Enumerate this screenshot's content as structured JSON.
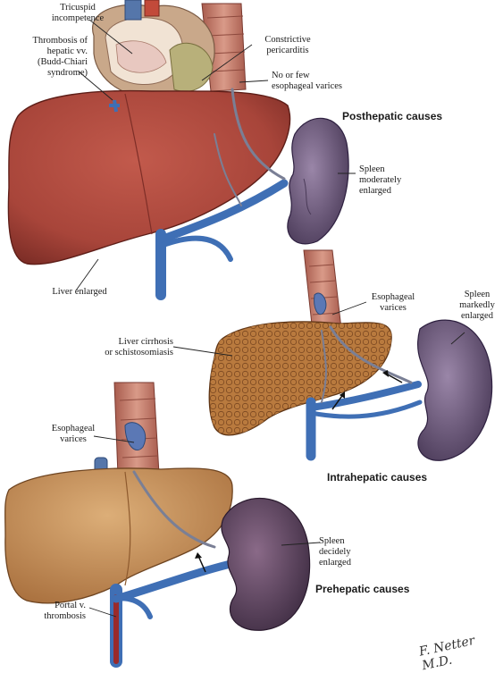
{
  "sections": {
    "posthepatic": "Posthepatic causes",
    "intrahepatic": "Intrahepatic causes",
    "prehepatic": "Prehepatic causes"
  },
  "labels": {
    "tricuspid": "Tricuspid\nincompetence",
    "thrombosis_hepatic": "Thrombosis of\nhepatic vv.\n(Budd-Chiari syndrome)",
    "constrictive": "Constrictive\npericarditis",
    "few_varices": "No or few\nesophageal varices",
    "spleen_moderate": "Spleen\nmoderately\nenlarged",
    "liver_enlarged": "Liver enlarged",
    "esophageal_varices_mid": "Esophageal\nvarices",
    "spleen_markedly": "Spleen\nmarkedly\nenlarged",
    "liver_cirrhosis": "Liver cirrhosis\nor schistosomiasis",
    "esophageal_varices_low": "Esophageal\nvarices",
    "spleen_decidely": "Spleen\ndecidely\nenlarged",
    "portal_thrombosis": "Portal v.\nthrombosis"
  },
  "signature": "F. Netter M.D.",
  "colors": {
    "liver_top": "#a8453a",
    "liver_mid": "#b06a3a",
    "liver_low": "#c9935e",
    "spleen": "#6f5a7e",
    "vein": "#3f6fb5",
    "heart": "#c9a88a",
    "esophagus": "#c4796a"
  }
}
